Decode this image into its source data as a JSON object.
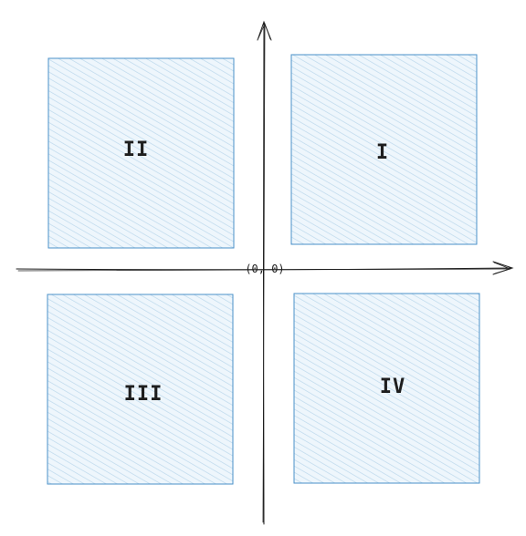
{
  "diagram": {
    "origin_label": "(0, 0)",
    "quadrants": [
      {
        "id": "I",
        "label": "I"
      },
      {
        "id": "II",
        "label": "II"
      },
      {
        "id": "III",
        "label": "III"
      },
      {
        "id": "IV",
        "label": "IV"
      }
    ],
    "colors": {
      "stroke": "#1e1e1e",
      "box_stroke": "#4a90c8",
      "box_fill": "#eaf4fb",
      "hatch": "#c3ddef"
    }
  }
}
